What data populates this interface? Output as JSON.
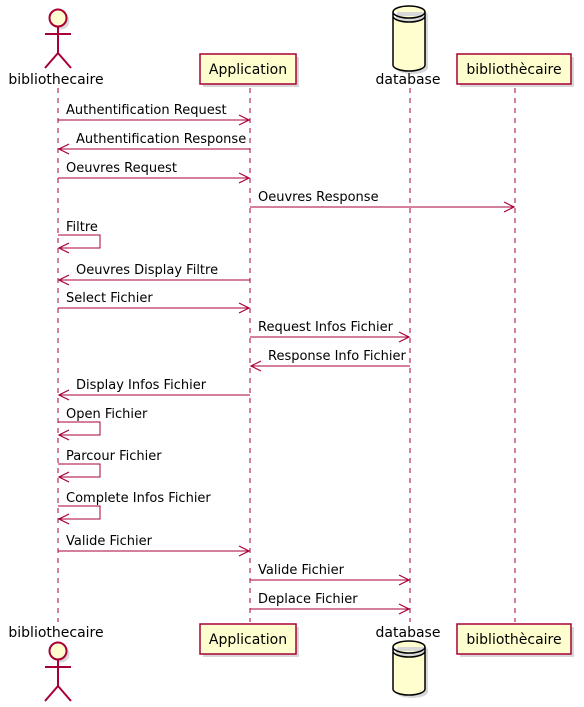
{
  "participants": [
    {
      "id": "p1",
      "kind": "actor",
      "name": "bibliothecaire"
    },
    {
      "id": "p2",
      "kind": "participant",
      "name": "Application"
    },
    {
      "id": "p3",
      "kind": "database",
      "name": "database"
    },
    {
      "id": "p4",
      "kind": "participant",
      "name": "bibliothècaire"
    }
  ],
  "messages": [
    {
      "from": "p1",
      "to": "p2",
      "label": "Authentification Request"
    },
    {
      "from": "p2",
      "to": "p1",
      "label": "Authentification Response"
    },
    {
      "from": "p1",
      "to": "p2",
      "label": "Oeuvres Request"
    },
    {
      "from": "p2",
      "to": "p4",
      "label": "Oeuvres Response"
    },
    {
      "from": "p1",
      "to": "p1",
      "label": "Filtre"
    },
    {
      "from": "p2",
      "to": "p1",
      "label": "Oeuvres Display Filtre"
    },
    {
      "from": "p1",
      "to": "p2",
      "label": "Select Fichier"
    },
    {
      "from": "p2",
      "to": "p3",
      "label": "Request Infos Fichier"
    },
    {
      "from": "p3",
      "to": "p2",
      "label": "Response Info Fichier"
    },
    {
      "from": "p2",
      "to": "p1",
      "label": "Display Infos Fichier"
    },
    {
      "from": "p1",
      "to": "p1",
      "label": "Open Fichier"
    },
    {
      "from": "p1",
      "to": "p1",
      "label": "Parcour Fichier"
    },
    {
      "from": "p1",
      "to": "p1",
      "label": "Complete Infos Fichier"
    },
    {
      "from": "p1",
      "to": "p2",
      "label": "Valide Fichier"
    },
    {
      "from": "p2",
      "to": "p3",
      "label": "Valide Fichier"
    },
    {
      "from": "p2",
      "to": "p3",
      "label": "Deplace Fichier"
    }
  ],
  "colors": {
    "border": "#A80036",
    "fill": "#FEFECE"
  }
}
